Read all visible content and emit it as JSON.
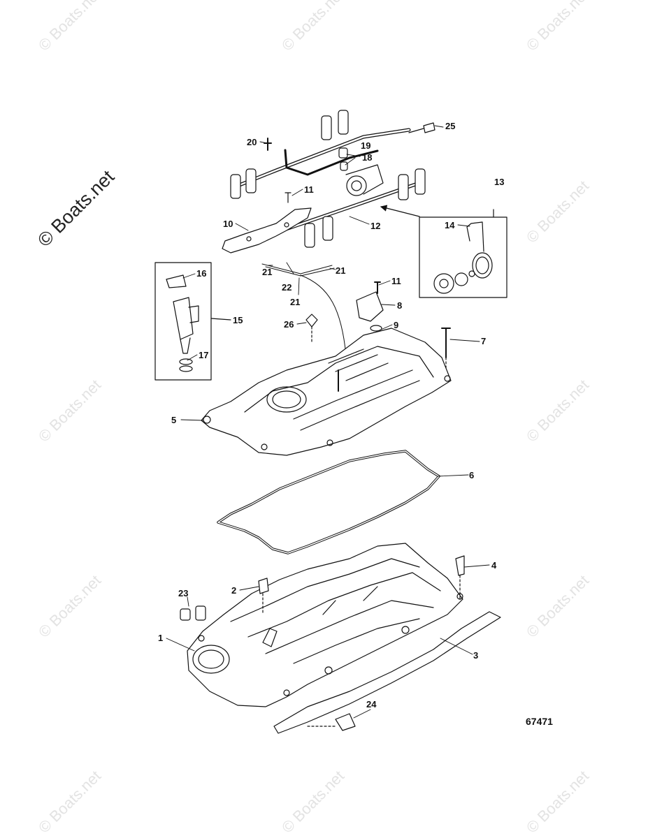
{
  "brand": "© Boats.net",
  "watermark": "© Boats.net",
  "figure_number": "67471",
  "callouts": [
    {
      "id": "c1",
      "label": "1"
    },
    {
      "id": "c2",
      "label": "2"
    },
    {
      "id": "c3",
      "label": "3"
    },
    {
      "id": "c4",
      "label": "4"
    },
    {
      "id": "c5",
      "label": "5"
    },
    {
      "id": "c6",
      "label": "6"
    },
    {
      "id": "c7",
      "label": "7"
    },
    {
      "id": "c8",
      "label": "8"
    },
    {
      "id": "c9",
      "label": "9"
    },
    {
      "id": "c10",
      "label": "10"
    },
    {
      "id": "c11a",
      "label": "11"
    },
    {
      "id": "c11b",
      "label": "11"
    },
    {
      "id": "c12",
      "label": "12"
    },
    {
      "id": "c13",
      "label": "13"
    },
    {
      "id": "c14",
      "label": "14"
    },
    {
      "id": "c15",
      "label": "15"
    },
    {
      "id": "c16",
      "label": "16"
    },
    {
      "id": "c17",
      "label": "17"
    },
    {
      "id": "c18",
      "label": "18"
    },
    {
      "id": "c19",
      "label": "19"
    },
    {
      "id": "c20",
      "label": "20"
    },
    {
      "id": "c21a",
      "label": "21"
    },
    {
      "id": "c21b",
      "label": "21"
    },
    {
      "id": "c21c",
      "label": "21"
    },
    {
      "id": "c22",
      "label": "22"
    },
    {
      "id": "c23",
      "label": "23"
    },
    {
      "id": "c24",
      "label": "24"
    },
    {
      "id": "c25",
      "label": "25"
    },
    {
      "id": "c26",
      "label": "26"
    }
  ]
}
